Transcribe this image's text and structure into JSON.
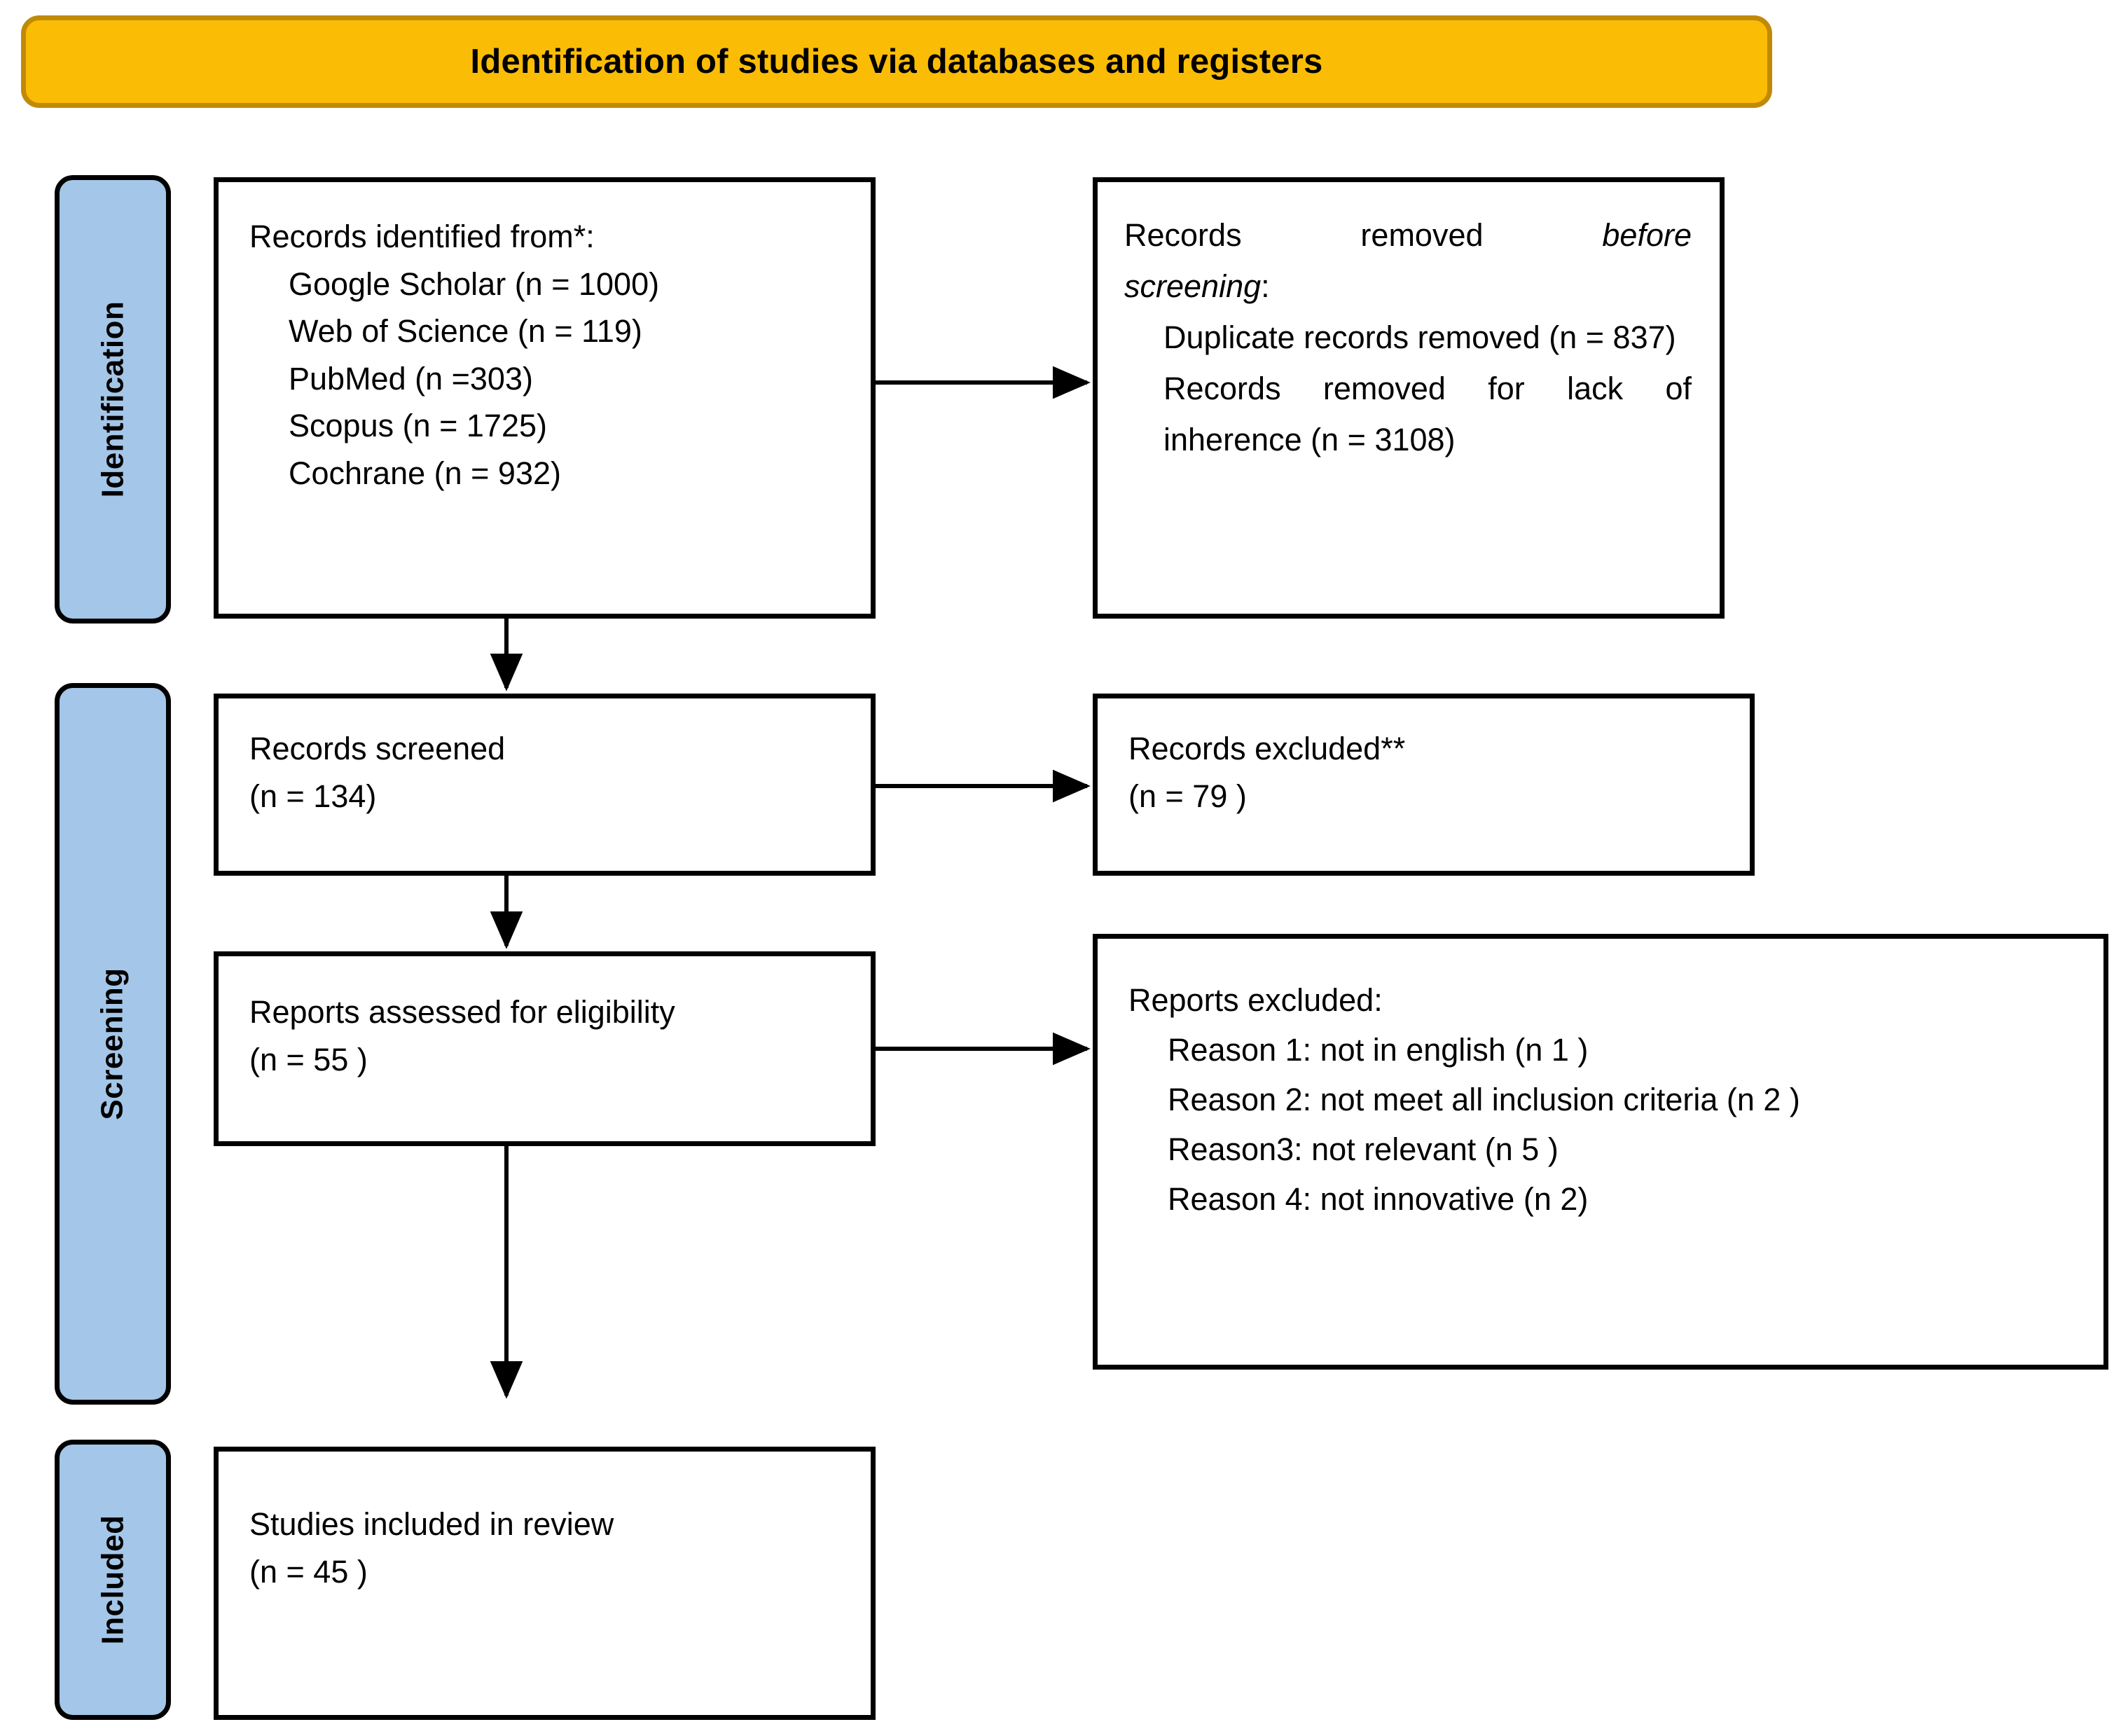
{
  "banner": {
    "title": "Identification of studies via databases and registers",
    "fill_color": "#FBBC05",
    "border_color": "#C08A07"
  },
  "stages": [
    {
      "id": "identification",
      "label": "Identification",
      "fill_color": "#A4C6E8"
    },
    {
      "id": "screening",
      "label": "Screening",
      "fill_color": "#A4C6E8"
    },
    {
      "id": "included",
      "label": "Included",
      "fill_color": "#A4C6E8"
    }
  ],
  "boxes": {
    "identified": {
      "heading": "Records identified from*:",
      "sources": [
        "Google Scholar (n = 1000)",
        "Web of Science (n = 119)",
        "PubMed (n =303)",
        "Scopus (n = 1725)",
        "Cochrane (n = 932)"
      ]
    },
    "removed": {
      "heading_part1": "Records removed",
      "heading_italic1": "before",
      "heading_italic2": "screening",
      "heading_colon": ":",
      "items": [
        "Duplicate records removed  (n = 837)",
        "Records removed for lack of inherence (n = 3108)"
      ]
    },
    "screened": {
      "line1": "Records screened",
      "line2": "(n = 134)"
    },
    "excluded": {
      "line1": "Records excluded**",
      "line2": "(n = 79 )"
    },
    "eligibility": {
      "line1": "Reports assessed for eligibility",
      "line2": "(n = 55 )"
    },
    "reports_excluded": {
      "heading": "Reports excluded:",
      "reasons": [
        "Reason 1: not in english (n 1 )",
        "Reason 2: not meet all inclusion criteria (n 2 )",
        "Reason3:  not relevant (n 5 )",
        "Reason 4: not innovative (n 2)"
      ]
    },
    "included": {
      "line1": "Studies included in review",
      "line2": "(n = 45 )"
    }
  },
  "chart_data": {
    "type": "diagram",
    "title": "Identification of studies via databases and registers",
    "diagram_kind": "PRISMA 2020 flow diagram",
    "nodes": [
      {
        "id": "identified",
        "stage": "Identification",
        "label": "Records identified from*",
        "values": {
          "Google Scholar": 1000,
          "Web of Science": 119,
          "PubMed": 303,
          "Scopus": 1725,
          "Cochrane": 932
        }
      },
      {
        "id": "removed",
        "stage": "Identification",
        "label": "Records removed before screening",
        "values": {
          "Duplicate records removed": 837,
          "Records removed for lack of inherence": 3108
        }
      },
      {
        "id": "screened",
        "stage": "Screening",
        "label": "Records screened",
        "n": 134
      },
      {
        "id": "excluded",
        "stage": "Screening",
        "label": "Records excluded**",
        "n": 79
      },
      {
        "id": "eligibility",
        "stage": "Screening",
        "label": "Reports assessed for eligibility",
        "n": 55
      },
      {
        "id": "reports_excluded",
        "stage": "Screening",
        "label": "Reports excluded",
        "values": {
          "Reason 1: not in english": 1,
          "Reason 2: not meet all inclusion criteria": 2,
          "Reason3: not relevant": 5,
          "Reason 4: not innovative": 2
        }
      },
      {
        "id": "included",
        "stage": "Included",
        "label": "Studies included in review",
        "n": 45
      }
    ],
    "edges": [
      {
        "from": "identified",
        "to": "removed",
        "direction": "right"
      },
      {
        "from": "identified",
        "to": "screened",
        "direction": "down"
      },
      {
        "from": "screened",
        "to": "excluded",
        "direction": "right"
      },
      {
        "from": "screened",
        "to": "eligibility",
        "direction": "down"
      },
      {
        "from": "eligibility",
        "to": "reports_excluded",
        "direction": "right"
      },
      {
        "from": "eligibility",
        "to": "included",
        "direction": "down"
      }
    ]
  }
}
